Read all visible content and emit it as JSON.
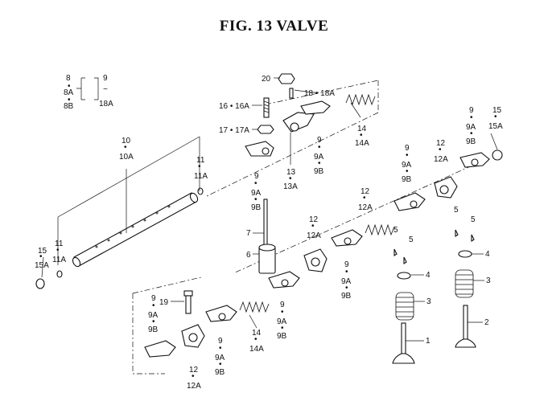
{
  "title": "FIG. 13  VALVE",
  "labels": {
    "l8": "8",
    "l8A": "8A",
    "l8B": "8B",
    "l9": "9",
    "l18A_top": "18A",
    "tilde": "~",
    "l20": "20",
    "l18": "18 • 18A",
    "l16": "16 • 16A",
    "l17": "17 • 17A",
    "l14a_n": "14",
    "l14a_s": "14A",
    "l13_n": "13",
    "l13_s": "13A",
    "l9a_1": "9",
    "l9a_2": "9A",
    "l9a_3": "9B",
    "l9b_1": "9",
    "l9b_2": "9A",
    "l9b_3": "9B",
    "l10_1": "10",
    "l10_2": "10A",
    "l11a_1": "11",
    "l11a_2": "11A",
    "l11b_1": "11",
    "l11b_2": "11A",
    "l15a_1": "15",
    "l15a_2": "15A",
    "l9c_1": "9",
    "l9c_2": "9A",
    "l9c_3": "9B",
    "l15b_1": "15",
    "l15b_2": "15A",
    "l9d_1": "9",
    "l9d_2": "9A",
    "l9d_3": "9B",
    "l12a_1": "12",
    "l12a_2": "12A",
    "l12b_1": "12",
    "l12b_2": "12A",
    "l12c_1": "12",
    "l12c_2": "12A",
    "l7": "7",
    "l6": "6",
    "l5a": "5",
    "l5b": "5",
    "l5c": "5",
    "l5d": "5",
    "l4a": "4",
    "l4b": "4",
    "l3a": "3",
    "l3b": "3",
    "l1": "1",
    "l2": "2",
    "l9e_1": "9",
    "l9e_2": "9A",
    "l9e_3": "9B",
    "l9f_1": "9",
    "l9f_2": "9A",
    "l9f_3": "9B",
    "l19": "19",
    "l9g_1": "9",
    "l9g_2": "9A",
    "l9g_3": "9B",
    "l14b_n": "14",
    "l14b_s": "14A",
    "l12d_1": "12",
    "l12d_2": "12A",
    "l9h_1": "9",
    "l9h_2": "9A",
    "l9h_3": "9B"
  }
}
